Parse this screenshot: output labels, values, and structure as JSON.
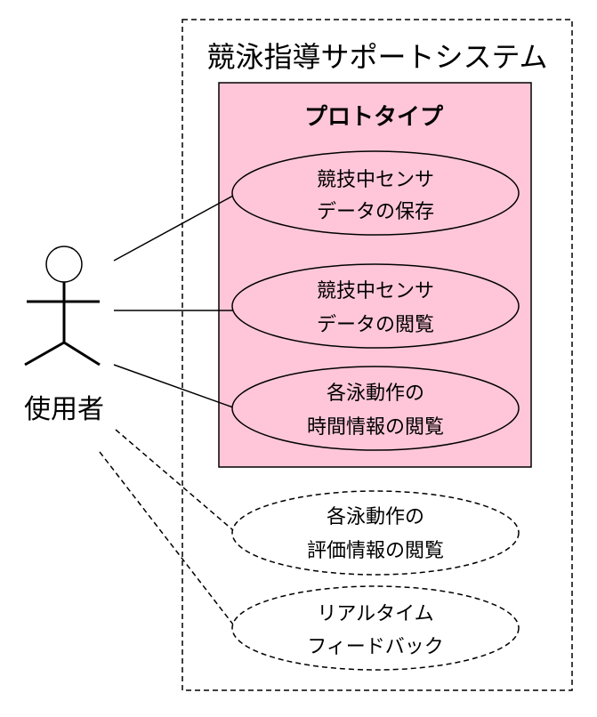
{
  "system": {
    "title": "競泳指導サポートシステム"
  },
  "prototype": {
    "title": "プロトタイプ",
    "fill_color": "#ffc6d9"
  },
  "actor": {
    "label": "使用者"
  },
  "use_cases": [
    {
      "line1": "競技中センサ",
      "line2": "データの保存",
      "implemented": true
    },
    {
      "line1": "競技中センサ",
      "line2": "データの閲覧",
      "implemented": true
    },
    {
      "line1": "各泳動作の",
      "line2": "時間情報の閲覧",
      "implemented": true
    },
    {
      "line1": "各泳動作の",
      "line2": "評価情報の閲覧",
      "implemented": false
    },
    {
      "line1": "リアルタイム",
      "line2": "フィードバック",
      "implemented": false
    }
  ]
}
